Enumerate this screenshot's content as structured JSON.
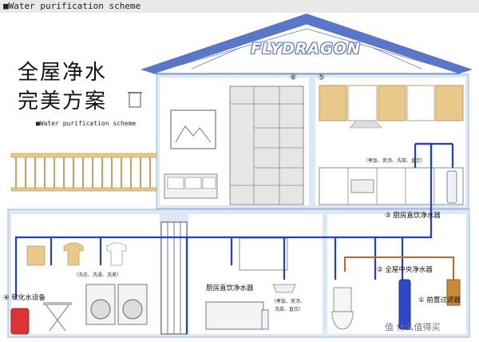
{
  "header": {
    "text": "■Water purification scheme"
  },
  "title": {
    "line1": "全屋净水",
    "line2": "完美方案"
  },
  "subtitle": "■Water purification scheme",
  "brand": "FLYDRAGON",
  "room_numbers": {
    "six": "⑥",
    "five": "⑤"
  },
  "labels": {
    "softener": "④ 软化水设备",
    "laundry_note": "（洗衣、洗澡、洗漱）",
    "kitchen_dispenser": "厨房直饮净水器",
    "kitchen_dispenser_note_line1": "（煮饭、煲汤、",
    "kitchen_dispenser_note_line2": "洗菜、直饮）",
    "central_purifier": "② 全屋中央净水器",
    "kitchen_upstairs": "③ 厨房直饮净水器",
    "kitchen_upstairs_note": "（煮饭、煲汤、洗菜、直饮）",
    "pre_filter": "① 前置过滤器"
  },
  "watermark": "值 什么值得买",
  "colors": {
    "pipe": "#1f3fd6",
    "hot_pipe": "#c06a2a",
    "house_fill": "#dbe8f6",
    "roof": "#5a76c8",
    "cabinet": "#e8c98a"
  }
}
